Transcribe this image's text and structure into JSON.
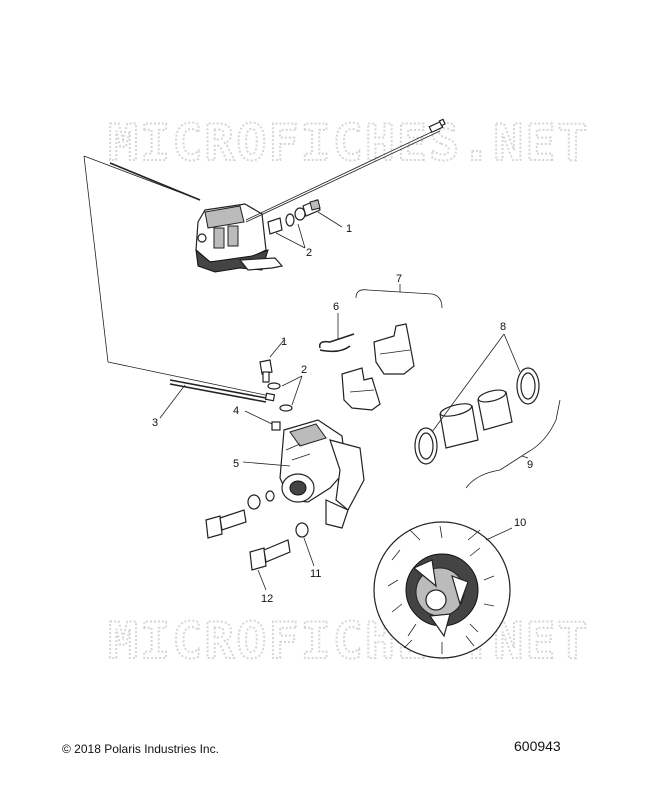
{
  "watermark": {
    "text": "MICROFICHES.NET"
  },
  "callouts": {
    "c1a": "1",
    "c2a": "2",
    "c1b": "1",
    "c2b": "2",
    "c3": "3",
    "c4": "4",
    "c5": "5",
    "c6": "6",
    "c7": "7",
    "c8": "8",
    "c9": "9",
    "c10": "10",
    "c11": "11",
    "c12": "12"
  },
  "footer": {
    "copyright": "© 2018 Polaris Industries Inc.",
    "figure_number": "600943"
  }
}
